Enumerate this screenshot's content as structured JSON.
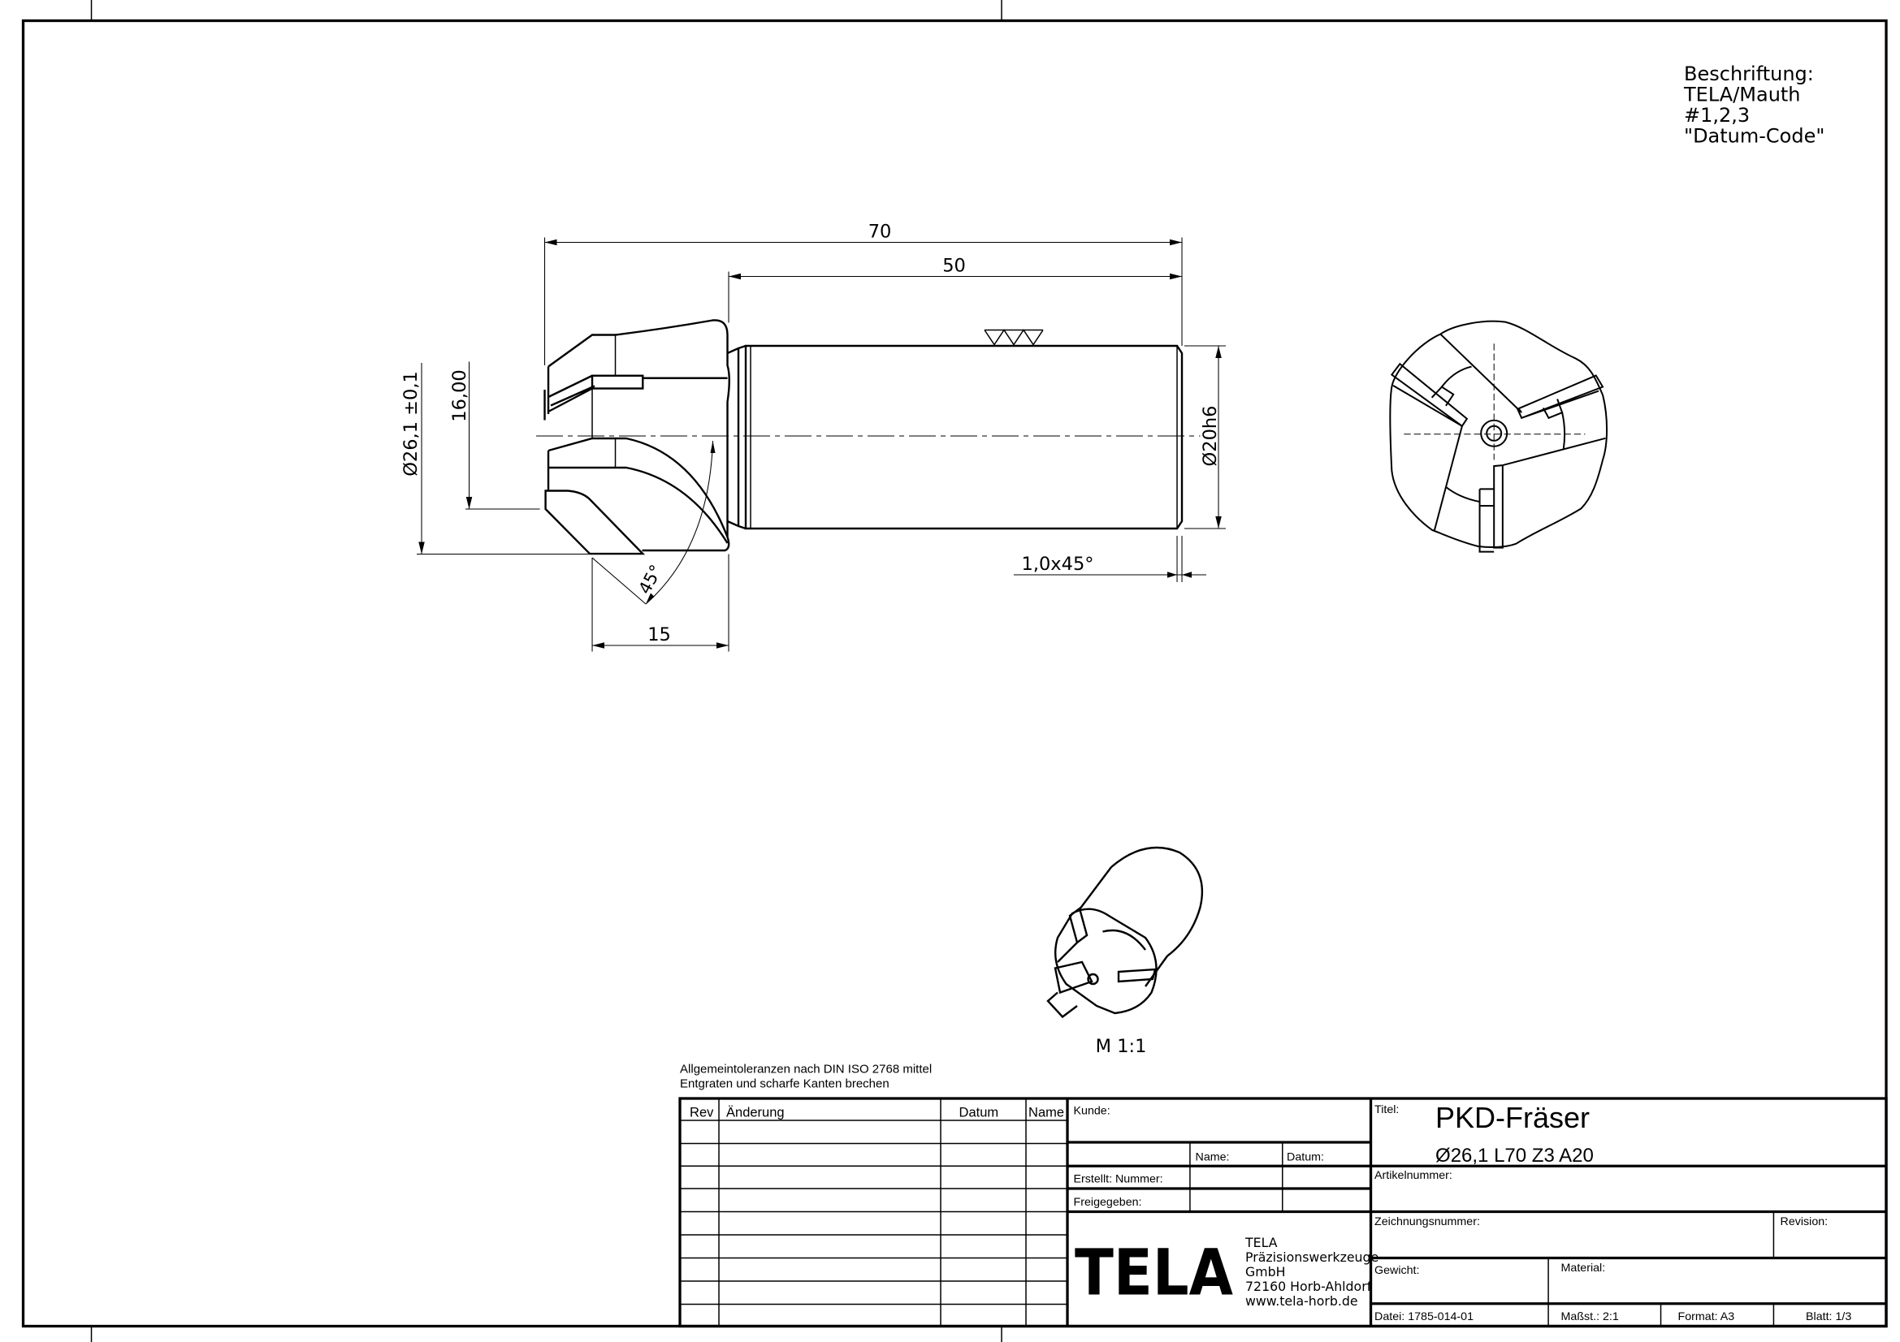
{
  "notes": {
    "label_lines": [
      "Beschriftung:",
      "TELA/Mauth",
      "#1,2,3",
      "\"Datum-Code\""
    ],
    "tolerance": "Allgemeintoleranzen nach DIN ISO 2768 mittel",
    "deburr": "Entgraten und scharfe Kanten brechen"
  },
  "dimensions": {
    "overall_length": "70",
    "shank_length": "50",
    "shank_diameter": "Ø20h6",
    "head_diameter": "Ø26,1 ±0,1",
    "height": "16,00",
    "head_length": "15",
    "angle": "45°",
    "chamfer": "1,0x45°"
  },
  "iso_view": {
    "scale_label": "M 1:1"
  },
  "revision_table": {
    "headers": [
      "Rev",
      "Änderung",
      "Datum",
      "Name"
    ],
    "rows": [
      [
        "",
        "",
        "",
        ""
      ],
      [
        "",
        "",
        "",
        ""
      ],
      [
        "",
        "",
        "",
        ""
      ],
      [
        "",
        "",
        "",
        ""
      ],
      [
        "",
        "",
        "",
        ""
      ],
      [
        "",
        "",
        "",
        ""
      ],
      [
        "",
        "",
        "",
        ""
      ],
      [
        "",
        "",
        "",
        ""
      ],
      [
        "",
        "",
        "",
        ""
      ]
    ]
  },
  "title_block": {
    "kunde_label": "Kunde:",
    "name_label": "Name:",
    "datum_label": "Datum:",
    "erstellt_label": "Erstellt:  Nummer:",
    "freigegeben_label": "Freigegeben:",
    "titel_label": "Titel:",
    "title": "PKD-Fräser",
    "subtitle": "Ø26,1 L70 Z3 A20",
    "artikelnummer_label": "Artikelnummer:",
    "zeichnungsnummer_label": "Zeichnungsnummer:",
    "revision_label": "Revision:",
    "gewicht_label": "Gewicht:",
    "material_label": "Material:",
    "datei": "Datei: 1785-014-01",
    "massstab": "Maßst.: 2:1",
    "format": "Format: A3",
    "blatt": "Blatt: 1/3"
  },
  "company": {
    "logo": "TELA",
    "lines": [
      "TELA",
      "Präzisionswerkzeuge",
      "GmbH",
      "72160 Horb-Ahldorf",
      "www.tela-horb.de"
    ]
  }
}
